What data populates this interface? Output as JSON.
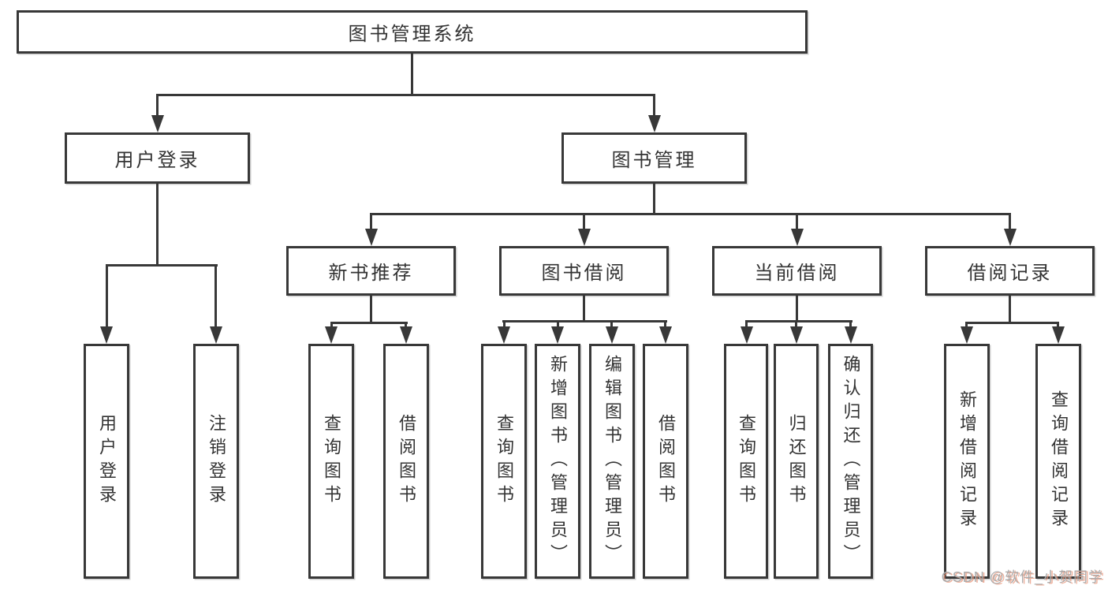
{
  "diagram": {
    "type": "hierarchy-tree",
    "title": "图书管理系统",
    "colors": {
      "background": "#ffffff",
      "box_border": "#383838",
      "box_fill": "#ffffff",
      "line": "#383838",
      "text": "#333333",
      "watermark_text": "#ababab",
      "watermark_shadow": "#e9967a"
    },
    "structure": {
      "图书管理系统": {
        "用户登录": [
          "用户登录",
          "注销登录"
        ],
        "图书管理": {
          "新书推荐": [
            "查询图书",
            "借阅图书"
          ],
          "图书借阅": [
            "查询图书",
            "新增图书（管理员）",
            "编辑图书（管理员）",
            "借阅图书"
          ],
          "当前借阅": [
            "查询图书",
            "归还图书",
            "确认归还（管理员）"
          ],
          "借阅记录": [
            "新增借阅记录",
            "查询借阅记录"
          ]
        }
      }
    }
  },
  "nodes": {
    "root": "图书管理系统",
    "user_login": "用户登录",
    "book_management": "图书管理",
    "new_book_recommend": "新书推荐",
    "book_borrow": "图书借阅",
    "current_borrow": "当前借阅",
    "borrow_records": "借阅记录",
    "leaf_user_login": "用户登录",
    "leaf_logout": "注销登录",
    "leaf_query_books_a": "查询图书",
    "leaf_borrow_books_a": "借阅图书",
    "leaf_query_books_b": "查询图书",
    "leaf_add_book_admin": "新增图书（管理员）",
    "leaf_edit_book_admin": "编辑图书（管理员）",
    "leaf_borrow_books_b": "借阅图书",
    "leaf_query_books_c": "查询图书",
    "leaf_return_books": "归还图书",
    "leaf_confirm_return_admin": "确认归还（管理员）",
    "leaf_add_borrow_record": "新增借阅记录",
    "leaf_query_borrow_record": "查询借阅记录"
  },
  "watermark": {
    "text": "CSDN @软件_小贺同学"
  }
}
